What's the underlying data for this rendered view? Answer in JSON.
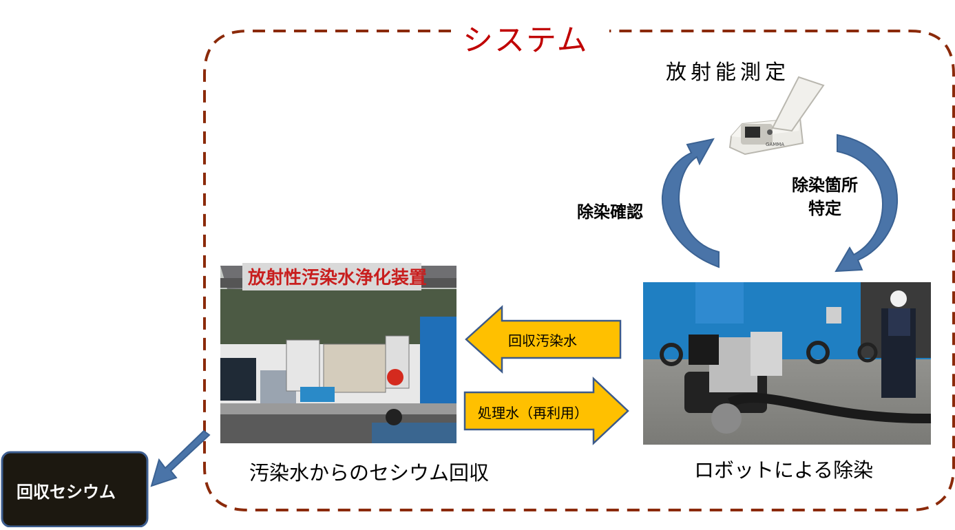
{
  "diagram": {
    "system_title": "システム",
    "radiation_measurement": "放射能測定",
    "decontamination_confirm": "除染確認",
    "decontamination_spot_line1": "除染箇所",
    "decontamination_spot_line2": "特定",
    "collected_contaminated_water": "回収汚染水",
    "treated_water": "処理水（再利用）",
    "caption_cesium_recovery": "汚染水からのセシウム回収",
    "caption_robot": "ロボットによる除染",
    "recovered_cesium": "回収セシウム",
    "truck_banner": "放射性汚染水浄化装置"
  },
  "colors": {
    "dashed_border": "#8b2a0a",
    "title": "#c00000",
    "cycle_arrow": "#4a74a8",
    "water_arrow_fill": "#ffc000",
    "water_arrow_stroke": "#3c5a8a",
    "cesium_box": "#1c1810"
  }
}
